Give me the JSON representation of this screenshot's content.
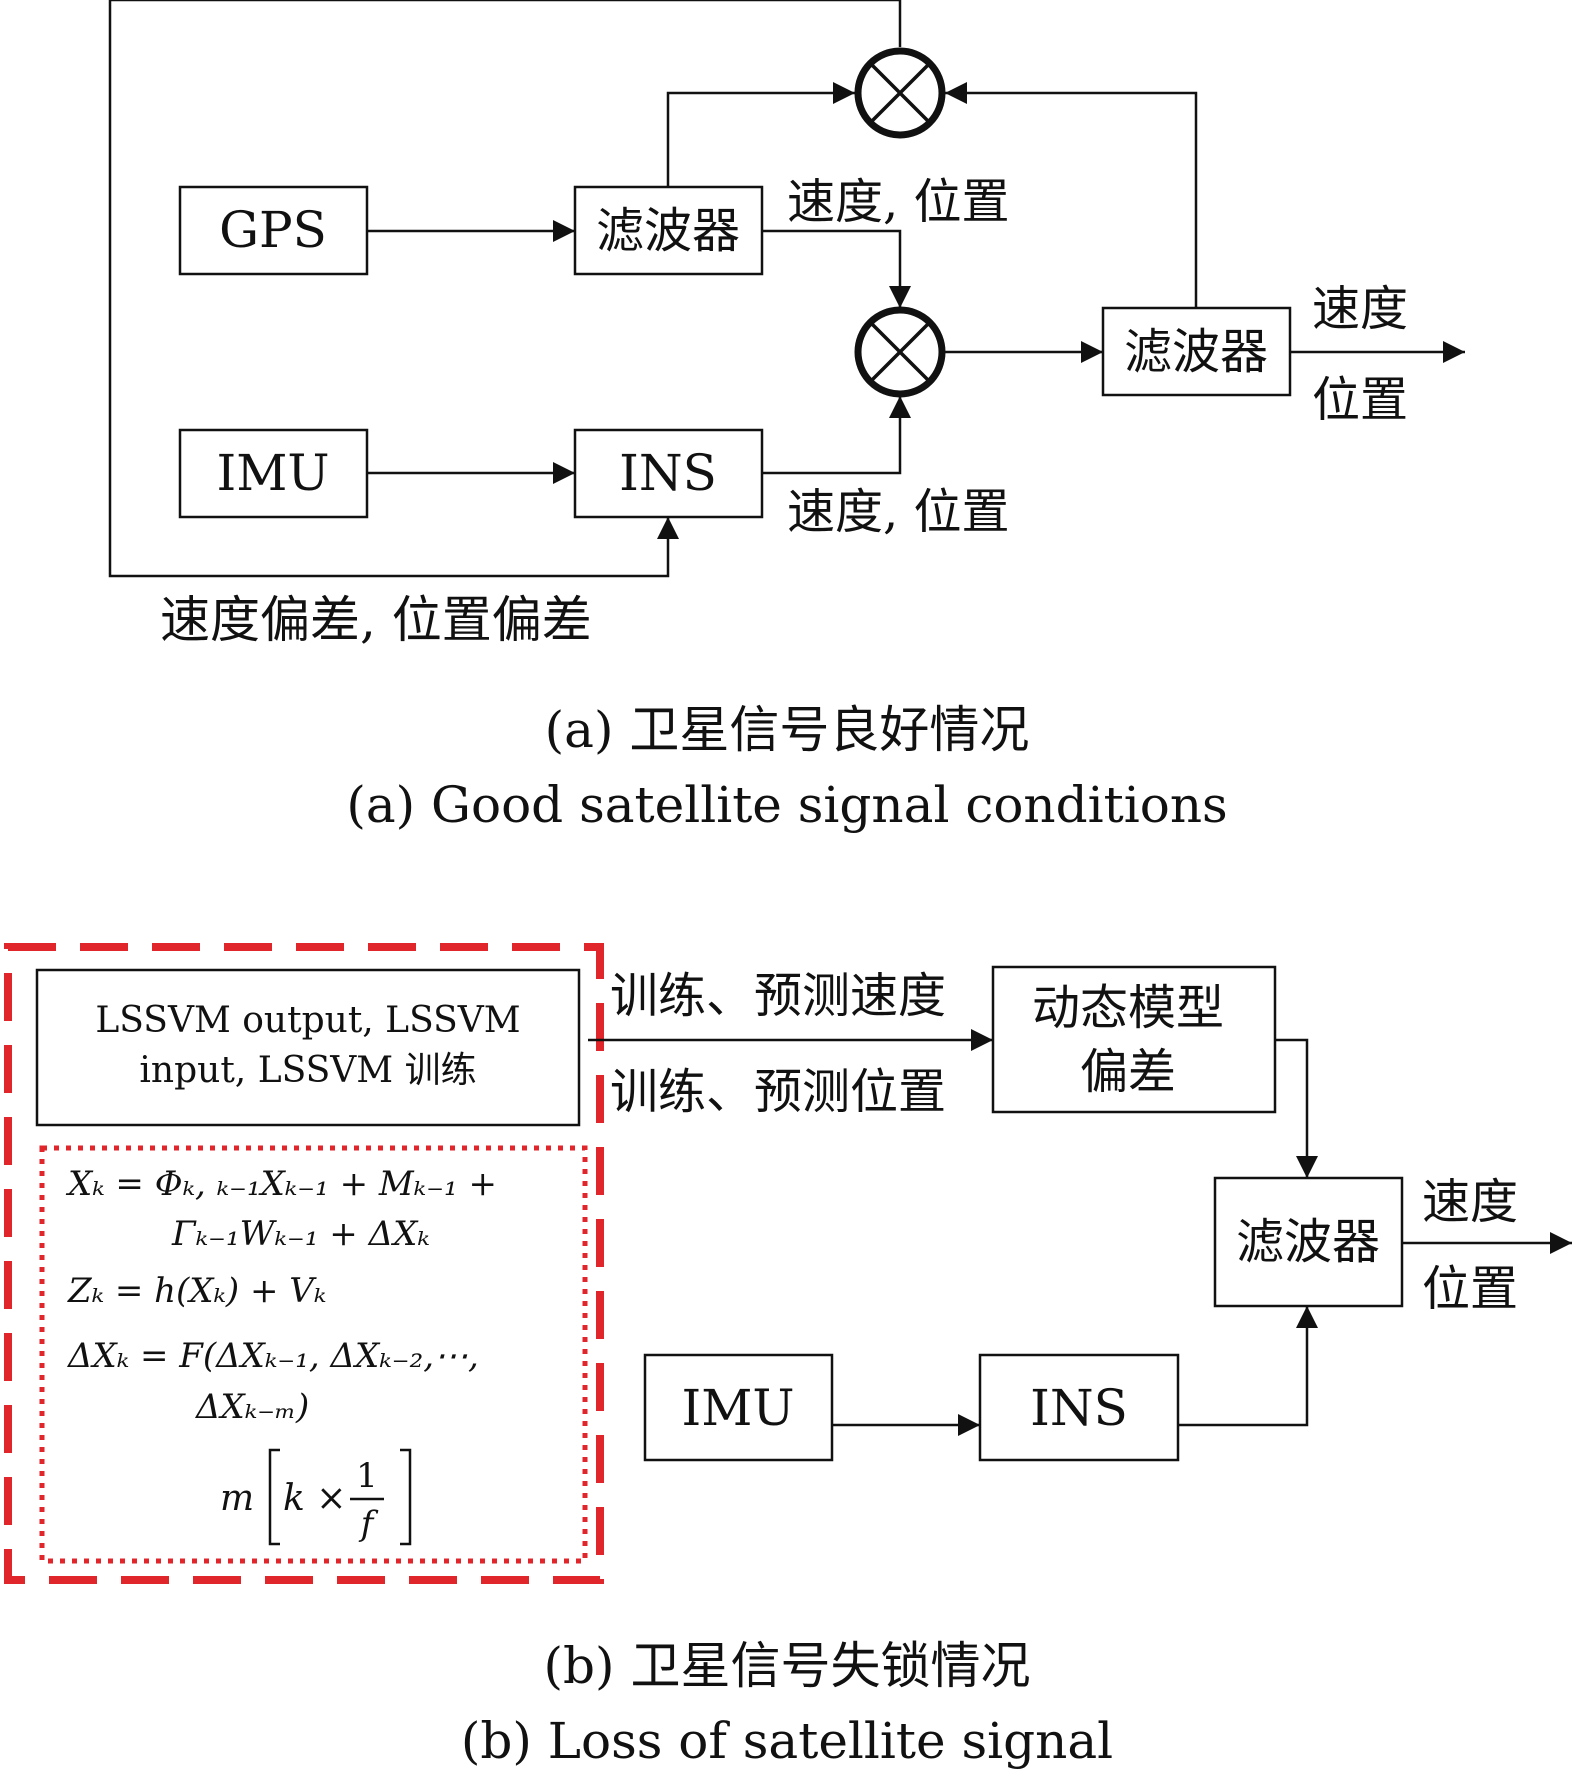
{
  "panel_a": {
    "gps": "GPS",
    "filter1": "滤波器",
    "imu": "IMU",
    "ins": "INS",
    "filter2": "滤波器",
    "vel_pos_upper": "速度, 位置",
    "vel_pos_lower": "速度, 位置",
    "out_vel": "速度",
    "out_pos": "位置",
    "feedback": "速度偏差, 位置偏差",
    "caption_cn": "(a) 卫星信号良好情况",
    "caption_en": "(a) Good satellite signal conditions"
  },
  "panel_b": {
    "lssvm_line1": "LSSVM output, LSSVM",
    "lssvm_line2": "input, LSSVM 训练",
    "train_vel": "训练、预测速度",
    "train_pos": "训练、预测位置",
    "dyn_line1": "动态模型",
    "dyn_line2": "偏差",
    "filter": "滤波器",
    "out_vel": "速度",
    "out_pos": "位置",
    "imu": "IMU",
    "ins": "INS",
    "eq1_line1": "Xₖ = Φₖ, ₖ₋₁Xₖ₋₁ + Mₖ₋₁ +",
    "eq1_line2": "Γₖ₋₁Wₖ₋₁ + ΔXₖ",
    "eq2": "Zₖ = h(Xₖ) + Vₖ",
    "eq3_line1": "ΔXₖ = F(ΔXₖ₋₁, ΔXₖ₋₂,⋯,",
    "eq3_line2": "ΔXₖ₋ₘ)",
    "eq4_m": "m",
    "eq4_k": "k ×",
    "eq4_num": "1",
    "eq4_den": "f",
    "caption_cn": "(b) 卫星信号失锁情况",
    "caption_en": "(b) Loss of satellite signal"
  },
  "colors": {
    "line": "#111111",
    "dashed_red": "#e0262b"
  }
}
